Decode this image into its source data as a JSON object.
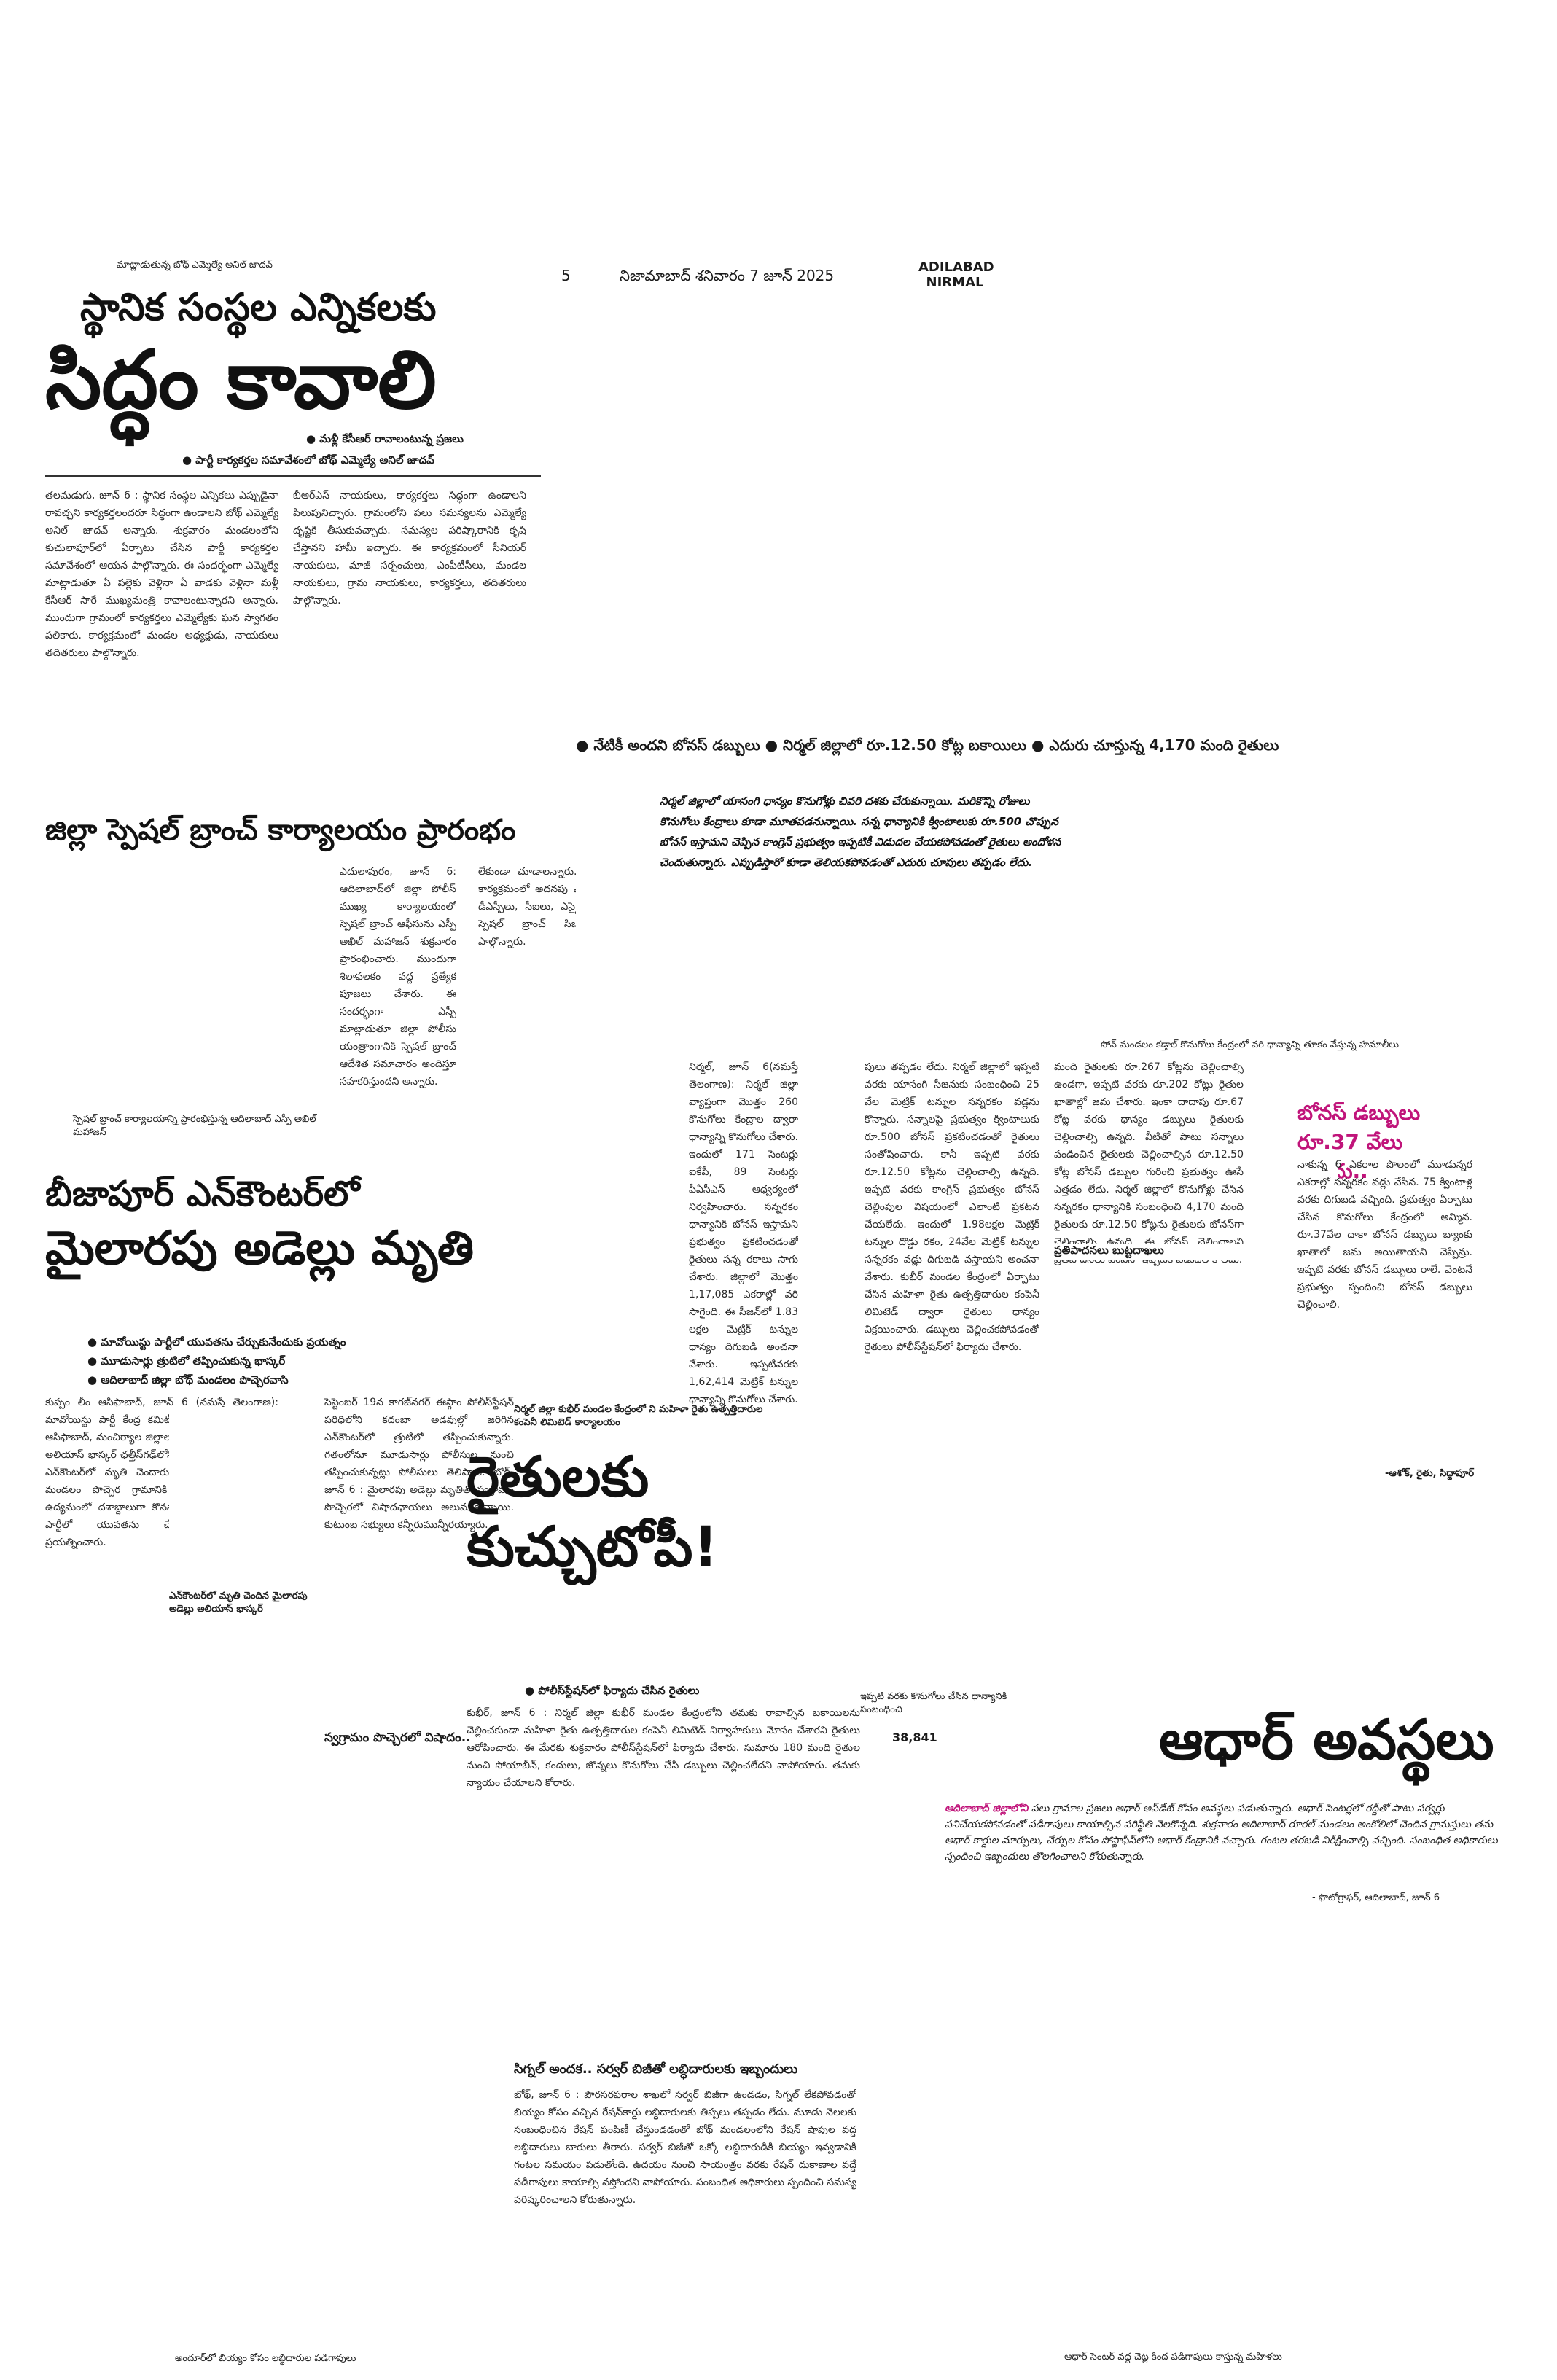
{
  "masthead": {
    "page_no": "5",
    "date_line": "నిజామాబాద్ శనివారం 7 జూన్ 2025",
    "edition_1": "ADILABAD",
    "edition_2": "NIRMAL"
  },
  "story1": {
    "kicker": "మాట్లాడుతున్న బోథ్ ఎమ్మెల్యే అనిల్ జాదవ్",
    "headline_top": "స్థానిక సంస్థల ఎన్నికలకు",
    "headline_main": "సిద్ధం కావాలి",
    "sub1": "● మళ్లీ కేసీఆర్ రావాలంటున్న ప్రజలు",
    "sub2": "● పార్టీ కార్యకర్తల సమావేశంలో బోథ్ ఎమ్మెల్యే అనిల్ జాదవ్",
    "col1": "తలమడుగు, జూన్ 6 : స్థానిక సంస్థల ఎన్నికలు ఎప్పుడైనా రావచ్చని కార్యకర్తలందరూ సిద్ధంగా ఉండాలని బోథ్ ఎమ్మెల్యే అనిల్ జాదవ్ అన్నారు. శుక్రవారం మండలంలోని కుచులాపూర్‌లో ఏర్పాటు చేసిన పార్టీ కార్యకర్తల సమావేశంలో ఆయన పాల్గొన్నారు. ఈ సందర్భంగా ఎమ్మెల్యే మాట్లాడుతూ ఏ పల్లెకు వెళ్లినా ఏ వాడకు వెళ్లినా మళ్లీ కేసీఆర్ సారే ముఖ్యమంత్రి కావాలంటున్నారని అన్నారు. ముందుగా గ్రామంలో కార్యకర్తలు ఎమ్మెల్యేకు ఘన స్వాగతం పలికారు. కార్యక్రమంలో మండల అధ్యక్షుడు, నాయకులు తదితరులు పాల్గొన్నారు.",
    "col2": "బీఆర్ఎస్ నాయకులు, కార్యకర్తలు సిద్ధంగా ఉండాలని పిలుపునిచ్చారు. గ్రామంలోని పలు సమస్యలను ఎమ్మెల్యే దృష్టికి తీసుకువచ్చారు. సమస్యల పరిష్కారానికి కృషి చేస్తానని హామీ ఇచ్చారు. ఈ కార్యక్రమంలో సీనియర్ నాయకులు, మాజీ సర్పంచులు, ఎంపీటీసీలు, మండల నాయకులు, గ్రామ నాయకులు, కార్యకర్తలు, తదితరులు పాల్గొన్నారు."
  },
  "story2": {
    "headline": "జిల్లా స్పెషల్ బ్రాంచ్ కార్యాలయం ప్రారంభం",
    "photo_caption": "స్పెషల్ బ్రాంచ్ కార్యాలయాన్ని ప్రారంభిస్తున్న ఆదిలాబాద్ ఎస్పీ అఖిల్ మహాజన్",
    "col1": "ఎదులాపురం, జూన్ 6: ఆదిలాబాద్‌లో జిల్లా పోలీస్ ముఖ్య కార్యాలయంలో స్పెషల్ బ్రాంచ్ ఆఫీసును ఎస్పీ అఖిల్ మహాజన్ శుక్రవారం ప్రారంభించారు. ముందుగా శిలాఫలకం వద్ద ప్రత్యేక పూజలు చేశారు. ఈ సందర్భంగా ఎస్పీ మాట్లాడుతూ జిల్లా పోలీసు యంత్రాంగానికి స్పెషల్ బ్రాంచ్ ఆదేశిత సమాచారం అందిస్తూ సహకరిస్తుందని అన్నారు.",
    "col2": "లేకుండా చూడాలన్నారు. ఈ కార్యక్రమంలో అదనపు ఎస్పీ, డీఎస్పీలు, సీఐలు, ఎస్సైలు, స్పెషల్ బ్రాంచ్ సిబ్బంది పాల్గొన్నారు."
  },
  "story3": {
    "headline_top": "బీజాపూర్ ఎన్‌కౌంటర్‌లో",
    "headline_main": "మైలారపు అడెల్లు మృతి",
    "bullet1": "● మావోయిస్టు పార్టీలో యువతను చేర్చుకునేందుకు ప్రయత్నం",
    "bullet2": "● మూడుసార్లు త్రుటిలో తప్పించుకున్న భాస్కర్",
    "bullet3": "● ఆదిలాబాద్ జిల్లా బోథ్ మండలం పొచ్చెరవాసి",
    "photo_caption": "ఎన్‌కౌంటర్‌లో మృతి చెందిన మైలారపు అడెల్లు అలియాస్ భాస్కర్",
    "subhead": "స్వగ్రామం పొచ్చెరలో విషాదం..",
    "col1": "కుప్పం లీం ఆసిఫాబాద్, జూన్ 6 (నమస్తే తెలంగాణ): మావోయిస్టు పార్టీ కేంద్ర కమిటీ సభ్యుడు, కుమురం భీం ఆసిఫాబాద్, మంచిర్యాల జిల్లాల ఇన్‌చార్జీ మైలారపు అడెల్లు అలియాస్ భాస్కర్ ఛత్తీస్‌గఢ్‌లోని బీజాపూర్ జిల్లాలో జరిగిన ఎన్‌కౌంటర్‌లో మృతి చెందారు. ఆదిలాబాద్ జిల్లా బోథ్ మండలం పొచ్చెర గ్రామానికి చెందిన ఆయన విప్లవ ఉద్యమంలో దశాబ్దాలుగా కొనసాగుతున్నారు. మావోయిస్టు పార్టీలో యువతను చేర్చుకునేందుకు ఆయన ప్రయత్నించారు.",
    "col2": "సెప్టెంబర్ 19న కాగజ్‌నగర్ ఈస్గాం పోలీస్‌స్టేషన్ పరిధిలోని కదంబా అడవుల్లో జరిగిన ఎన్‌కౌంటర్‌లో త్రుటిలో తప్పించుకున్నారు. గతంలోనూ మూడుసార్లు పోలీసుల నుంచి తప్పించుకున్నట్లు పోలీసులు తెలిపారు. బోథ్, జూన్ 6 : మైలారపు అడెల్లు మృతితో స్వగ్రామం పొచ్చెరలో విషాదఛాయలు అలుముకున్నాయి. కుటుంబ సభ్యులు కన్నీరుమున్నీరయ్యారు."
  },
  "story4": {
    "bullets": "● నేటికీ అందని బోనస్ డబ్బులు  ● నిర్మల్ జిల్లాలో రూ.12.50 కోట్ల బకాయిలు  ● ఎదురు చూస్తున్న 4,170 మంది రైతులు",
    "intro": "నిర్మల్ జిల్లాలో యాసంగి ధాన్యం కొనుగోళ్లు చివరి దశకు చేరుకున్నాయి. మరికొన్ని రోజులు కొనుగోలు కేంద్రాలు కూడా మూతపడనున్నాయి. సన్న ధాన్యానికి క్వింటాలుకు రూ.500 చొప్పున బోనస్ ఇస్తామని చెప్పిన కాంగ్రెస్ ప్రభుత్వం ఇప్పటికీ విడుదల చేయకపోవడంతో రైతులు అందోళన చెందుతున్నారు. ఎప్పుడిస్తారో కూడా తెలియకపోవడంతో ఎదురు చూపులు తప్పడం లేదు.",
    "kicker": "నిర్మల్ జిల్లా కుభీర్ మండల కేంద్రంలో ని మహిళా రైతు ఉత్పత్తిదారుల కంపెనీ లిమిటెడ్ కార్యాలయం",
    "headline": "రైతులకు కుచ్చుటోపీ!",
    "subhead": "● పోలీస్‌స్టేషన్‌లో ఫిర్యాదు చేసిన రైతులు",
    "photo_caption": "సోన్ మండలం కడ్తాల్ కొనుగోలు కేంద్రంలో వరి ధాన్యాన్ని తూకం వేస్తున్న హమాలీలు",
    "box_head": "బోనస్ డబ్బులు రూ.37 వేలు రాలేదు..",
    "subhead2": "ప్రతిపాదనలు బుట్టదాఖలు",
    "col_main": "నిర్మల్, జూన్ 6(నమస్తే తెలంగాణ): నిర్మల్ జిల్లా వ్యాప్తంగా మొత్తం 260 కొనుగోలు కేంద్రాల ద్వారా ధాన్యాన్ని కొనుగోలు చేశారు. ఇందులో 171 సెంటర్లు ఐకేపీ, 89 సెంటర్లు పీఏసీఎస్ ఆధ్వర్యంలో నిర్వహించారు. సన్నరకం ధాన్యానికి బోనస్ ఇస్తామని ప్రభుత్వం ప్రకటించడంతో రైతులు సన్న రకాలు సాగు చేశారు. జిల్లాలో మొత్తం 1,17,085 ఎకరాల్లో వరి సాగైంది. ఈ సీజన్‌లో 1.83 లక్షల మెట్రిక్ టన్నుల ధాన్యం దిగుబడి అంచనా వేశారు. ఇప్పటివరకు 1,62,414 మెట్రిక్ టన్నుల ధాన్యాన్ని కొనుగోలు చేశారు.",
    "col_mid": "పులు తప్పడం లేదు. నిర్మల్ జిల్లాలో ఇప్పటి వరకు యాసంగి సీజనుకు సంబంధించి 25 వేల మెట్రిక్ టన్నుల సన్నరకం వడ్లను కొన్నారు. సన్నాలపై ప్రభుత్వం క్వింటాలుకు రూ.500 బోనస్ ప్రకటించడంతో రైతులు సంతోషించారు. కానీ ఇప్పటి వరకు రూ.12.50 కోట్లను చెల్లించాల్సి ఉన్నది. ఇప్పటి వరకు కాంగ్రెస్ ప్రభుత్వం బోనస్ చెల్లింపుల విషయంలో ఎలాంటి ప్రకటన చేయలేదు. ఇందులో 1.98లక్షల మెట్రిక్ టన్నుల దొడ్డు రకం, 24వేల మెట్రిక్ టన్నుల సన్నరకం వడ్లు దిగుబడి వస్తాయని అంచనా వేశారు. కుభీర్ మండల కేంద్రంలో ఏర్పాటు చేసిన మహిళా రైతు ఉత్పత్తిదారుల కంపెనీ లిమిటెడ్ ద్వారా రైతులు ధాన్యం విక్రయించారు. డబ్బులు చెల్లించకపోవడంతో రైతులు పోలీస్‌స్టేషన్‌లో ఫిర్యాదు చేశారు.",
    "col_right": "మంది రైతులకు రూ.267 కోట్లను చెల్లించాల్సి ఉండగా, ఇప్పటి వరకు రూ.202 కోట్లు రైతుల ఖాతాల్లో జమ చేశారు. ఇంకా దాదాపు రూ.67 కోట్ల వరకు ధాన్యం డబ్బులు రైతులకు చెల్లించాల్సి ఉన్నది. వీటితో పాటు సన్నాలు పండించిన రైతులకు చెల్లించాల్సిన రూ.12.50 కోట్ల బోనస్ డబ్బుల గురించి ప్రభుత్వం ఊసే ఎత్తడం లేదు. నిర్మల్ జిల్లాలో కొనుగోళ్లు చేసిన సన్నరకం ధాన్యానికి సంబంధించి 4,170 మంది రైతులకు రూ.12.50 కోట్లను రైతులకు బోనస్‌గా చెల్లించాల్సి ఉన్నది. ఈ బోనస్ చెల్లించాలని ప్రతిపాదనలు పంపినా ఇప్పటికీ విడుదల కాలేదు.",
    "box_text": "నాకున్న 6 ఎకరాల పొలంలో మూడున్నర ఎకరాల్లో సన్నరకం వడ్లు వేసిన. 75 క్వింటాళ్ల వరకు దిగుబడి వచ్చింది. ప్రభుత్వం ఏర్పాటు చేసిన కొనుగోలు కేంద్రంలో అమ్మిన. రూ.37వేల దాకా బోనస్ డబ్బులు బ్యాంకు ఖాతాలో జమ అయితాయని చెప్పిన్రు. ఇప్పటి వరకు బోనస్ డబ్బులు రాలే. వెంటనే ప్రభుత్వం స్పందించి బోనస్ డబ్బులు చెల్లించాలి.",
    "box_sign": "-ఆశోక్, రైతు, సిద్దాపూర్",
    "stat_label": "ఇప్పటి వరకు కొనుగోలు చేసిన ధాన్యానికి సంబంధించి",
    "stat_value": "38,841",
    "col_bottom": "కుభీర్, జూన్ 6 : నిర్మల్ జిల్లా కుభీర్ మండల కేంద్రంలోని తమకు రావాల్సిన బకాయిలను చెల్లించకుండా మహిళా రైతు ఉత్పత్తిదారుల కంపెనీ లిమిటెడ్ నిర్వాహకులు మోసం చేశారని రైతులు ఆరోపించారు. ఈ మేరకు శుక్రవారం పోలీస్‌స్టేషన్‌లో ఫిర్యాదు చేశారు. సుమారు 180 మంది రైతుల నుంచి సోయాబీన్, కందులు, జొన్నలు కొనుగోలు చేసి డబ్బులు చెల్లించలేదని వాపోయారు. తమకు న్యాయం చేయాలని కోరారు."
  },
  "story5": {
    "headline": "ఆధార్ అవస్థలు",
    "text_lead": "ఆదిలాబాద్ జిల్లాలోని",
    "text": "పలు గ్రామాల ప్రజలు ఆధార్ అప్‌డేట్ కోసం అవస్థలు పడుతున్నారు. ఆధార్ సెంటర్లలో రద్దీతో పాటు సర్వర్లు పనిచేయకపోవడంతో పడిగాపులు కాయాల్సిన పరిస్థితి నెలకొన్నది. శుక్రవారం ఆదిలాబాద్ రూరల్ మండలం అంకోలిలో చెందిన గ్రామస్తులు తమ ఆధార్ కార్డుల మార్పులు, చేర్పుల కోసం పోస్టాఫీస్‌లోని ఆధార్ కేంద్రానికి వచ్చారు. గంటల తరబడి నిరీక్షించాల్సి వచ్చింది. సంబంధిత అధికారులు స్పందించి ఇబ్బందులు తొలగించాలని కోరుతున్నారు.",
    "credit": "- ఫొటోగ్రాఫర్, ఆదిలాబాద్, జూన్ 6",
    "photo_caption": "ఆధార్ సెంటర్ వద్ద చెట్ల కింద పడిగాపులు కాస్తున్న మహిళలు"
  },
  "story6": {
    "headline": "సిగ్నల్ అందక.. సర్వర్ బిజీతో లబ్ధిదారులకు ఇబ్బందులు",
    "text": "బోథ్, జూన్ 6 : పౌరసరఫరాల శాఖలో సర్వర్ బిజీగా ఉండడం, సిగ్నల్ లేకపోవడంతో బియ్యం కోసం వచ్చిన రేషన్‌కార్డు లబ్ధిదారులకు తిప్పలు తప్పడం లేదు. మూడు నెలలకు సంబంధించిన రేషన్ పంపిణీ చేస్తుండడంతో బోథ్ మండలంలోని రేషన్ షాపుల వద్ద లబ్ధిదారులు బారులు తీరారు. సర్వర్ బిజీతో ఒక్కో లబ్ధిదారుడికి బియ్యం ఇవ్వడానికి గంటల సమయం పడుతోంది. ఉదయం నుంచి సాయంత్రం వరకు రేషన్ దుకాణాల వద్దే పడిగాపులు కాయాల్సి వస్తోందని వాపోయారు. సంబంధిత అధికారులు స్పందించి సమస్య పరిష్కరించాలని కోరుతున్నారు.",
    "photo_caption": "అందూర్‌లో బియ్యం కోసం లబ్ధిదారుల పడిగాపులు"
  },
  "colors": {
    "ink": "#111111",
    "accent": "#c0147a",
    "rule": "#333333"
  }
}
